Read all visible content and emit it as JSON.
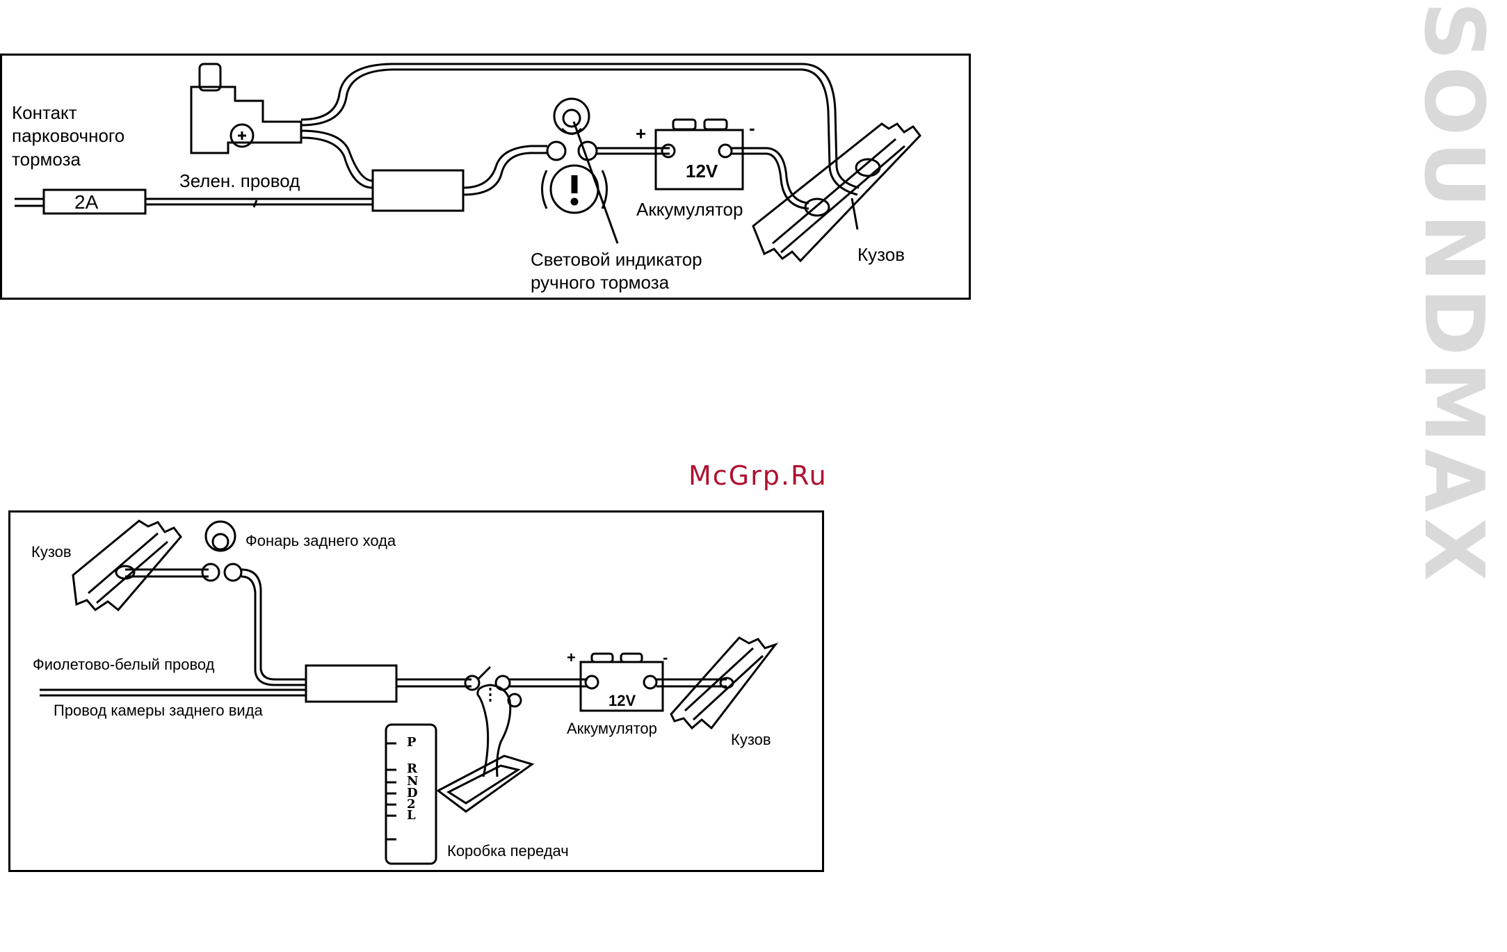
{
  "watermark": "McGrp.Ru",
  "brand": "SOUNDMAX",
  "diagram_top": {
    "parking_contact": "Контакт\nпарковочного\nтормоза",
    "fuse": "2A",
    "green_wire": "Зелен. провод",
    "battery_voltage": "12V",
    "battery_label": "Аккумулятор",
    "plus": "+",
    "minus": "-",
    "brake_lamp": "Световой индикатор\nручного тормоза",
    "body": "Кузов"
  },
  "diagram_bottom": {
    "body_left": "Кузов",
    "reverse_lamp": "Фонарь заднего хода",
    "violet_wire": "Фиолетово-белый провод",
    "camera_wire": "Провод камеры заднего вида",
    "battery_voltage": "12V",
    "battery_label": "Аккумулятор",
    "plus": "+",
    "minus": "-",
    "body_right": "Кузов",
    "gearbox": "Коробка передач",
    "gears": [
      "P",
      "R",
      "N",
      "D",
      "2",
      "L"
    ]
  }
}
